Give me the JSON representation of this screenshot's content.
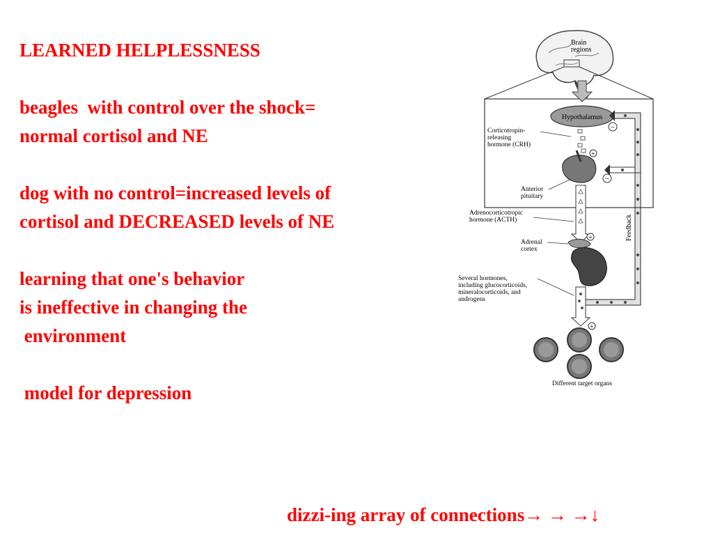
{
  "slide": {
    "title": "LEARNED HELPLESSNESS",
    "point1": [
      "beagles  with control over the shock=",
      "normal cortisol and NE"
    ],
    "point2": [
      "dog with no control=increased levels of",
      "cortisol and DECREASED levels of NE"
    ],
    "point3": [
      "learning that one's behavior",
      "is ineffective in changing the",
      " environment"
    ],
    "point4": " model for depression",
    "footer": "dizzi-ing array of connections→ → →↓",
    "text_color": "#ff0000"
  },
  "diagram": {
    "labels": {
      "brain_regions": [
        "Brain",
        "regions"
      ],
      "hypothalamus": "Hypothalamus",
      "crh": [
        "Corticotropin-",
        "releasing",
        "hormone (CRH)"
      ],
      "anterior_pituitary": [
        "Anterior",
        "pituitary"
      ],
      "acth": [
        "Adrenocorticotropic",
        "hormone (ACTH)"
      ],
      "adrenal_cortex": [
        "Adrenal",
        "cortex"
      ],
      "several_hormones": [
        "Several hormones,",
        "including glucocorticoids,",
        "mineralocorticoids, and",
        "androgens"
      ],
      "feedback": "Feedback",
      "target_organs": "Different target organs",
      "plus": "+",
      "minus": "−"
    }
  }
}
